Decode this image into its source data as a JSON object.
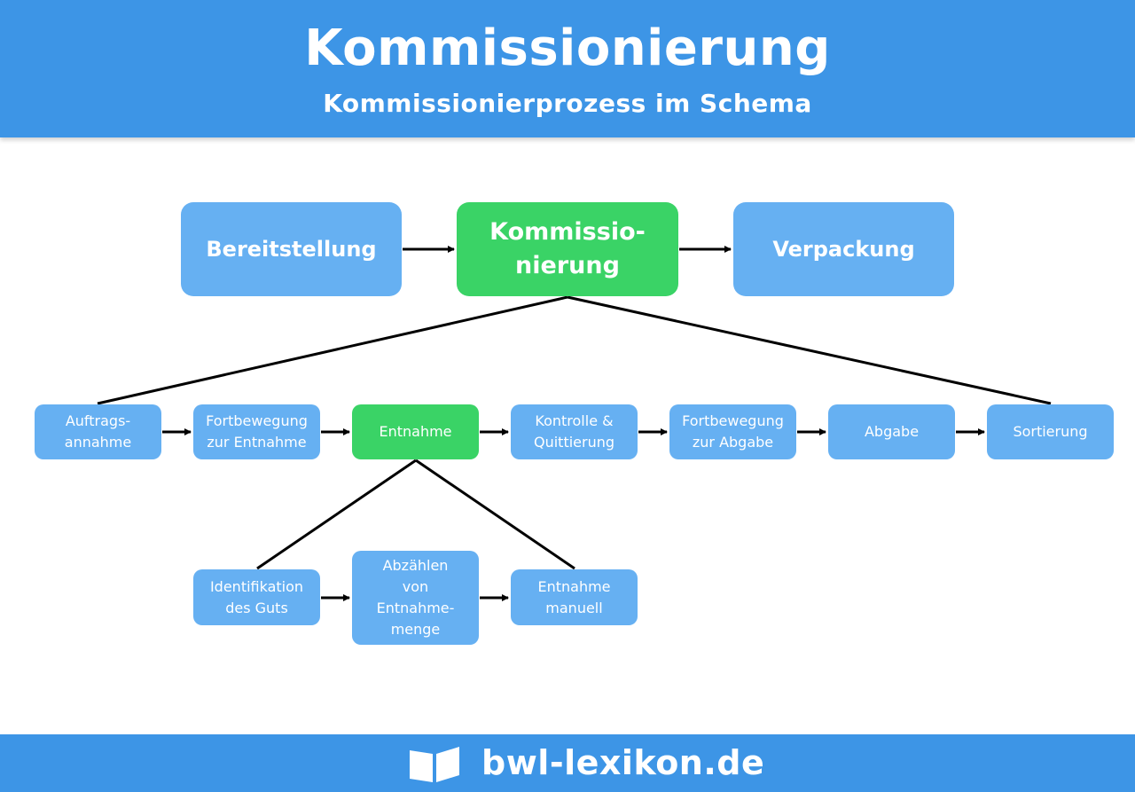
{
  "header": {
    "title": "Kommissionierung",
    "subtitle": "Kommissionierprozess im Schema"
  },
  "diagram": {
    "top_row": [
      {
        "label": "Bereitstellung"
      },
      {
        "label": "Kommissio-\nnierung"
      },
      {
        "label": "Verpackung"
      }
    ],
    "middle_row": [
      {
        "label": "Auftrags-\nannahme"
      },
      {
        "label": "Fortbewegung\nzur Entnahme"
      },
      {
        "label": "Entnahme"
      },
      {
        "label": "Kontrolle &\nQuittierung"
      },
      {
        "label": "Fortbewegung\nzur Abgabe"
      },
      {
        "label": "Abgabe"
      },
      {
        "label": "Sortierung"
      }
    ],
    "bottom_row": [
      {
        "label": "Identifikation\ndes Guts"
      },
      {
        "label": "Abzählen\nvon\nEntnahme-\nmenge"
      },
      {
        "label": "Entnahme\nmanuell"
      }
    ],
    "colors": {
      "box": "#66b0f2",
      "highlight": "#3ad366",
      "header": "#3d95e6"
    }
  },
  "footer": {
    "brand": "bwl-lexikon.de",
    "logo_icon": "book-icon"
  }
}
